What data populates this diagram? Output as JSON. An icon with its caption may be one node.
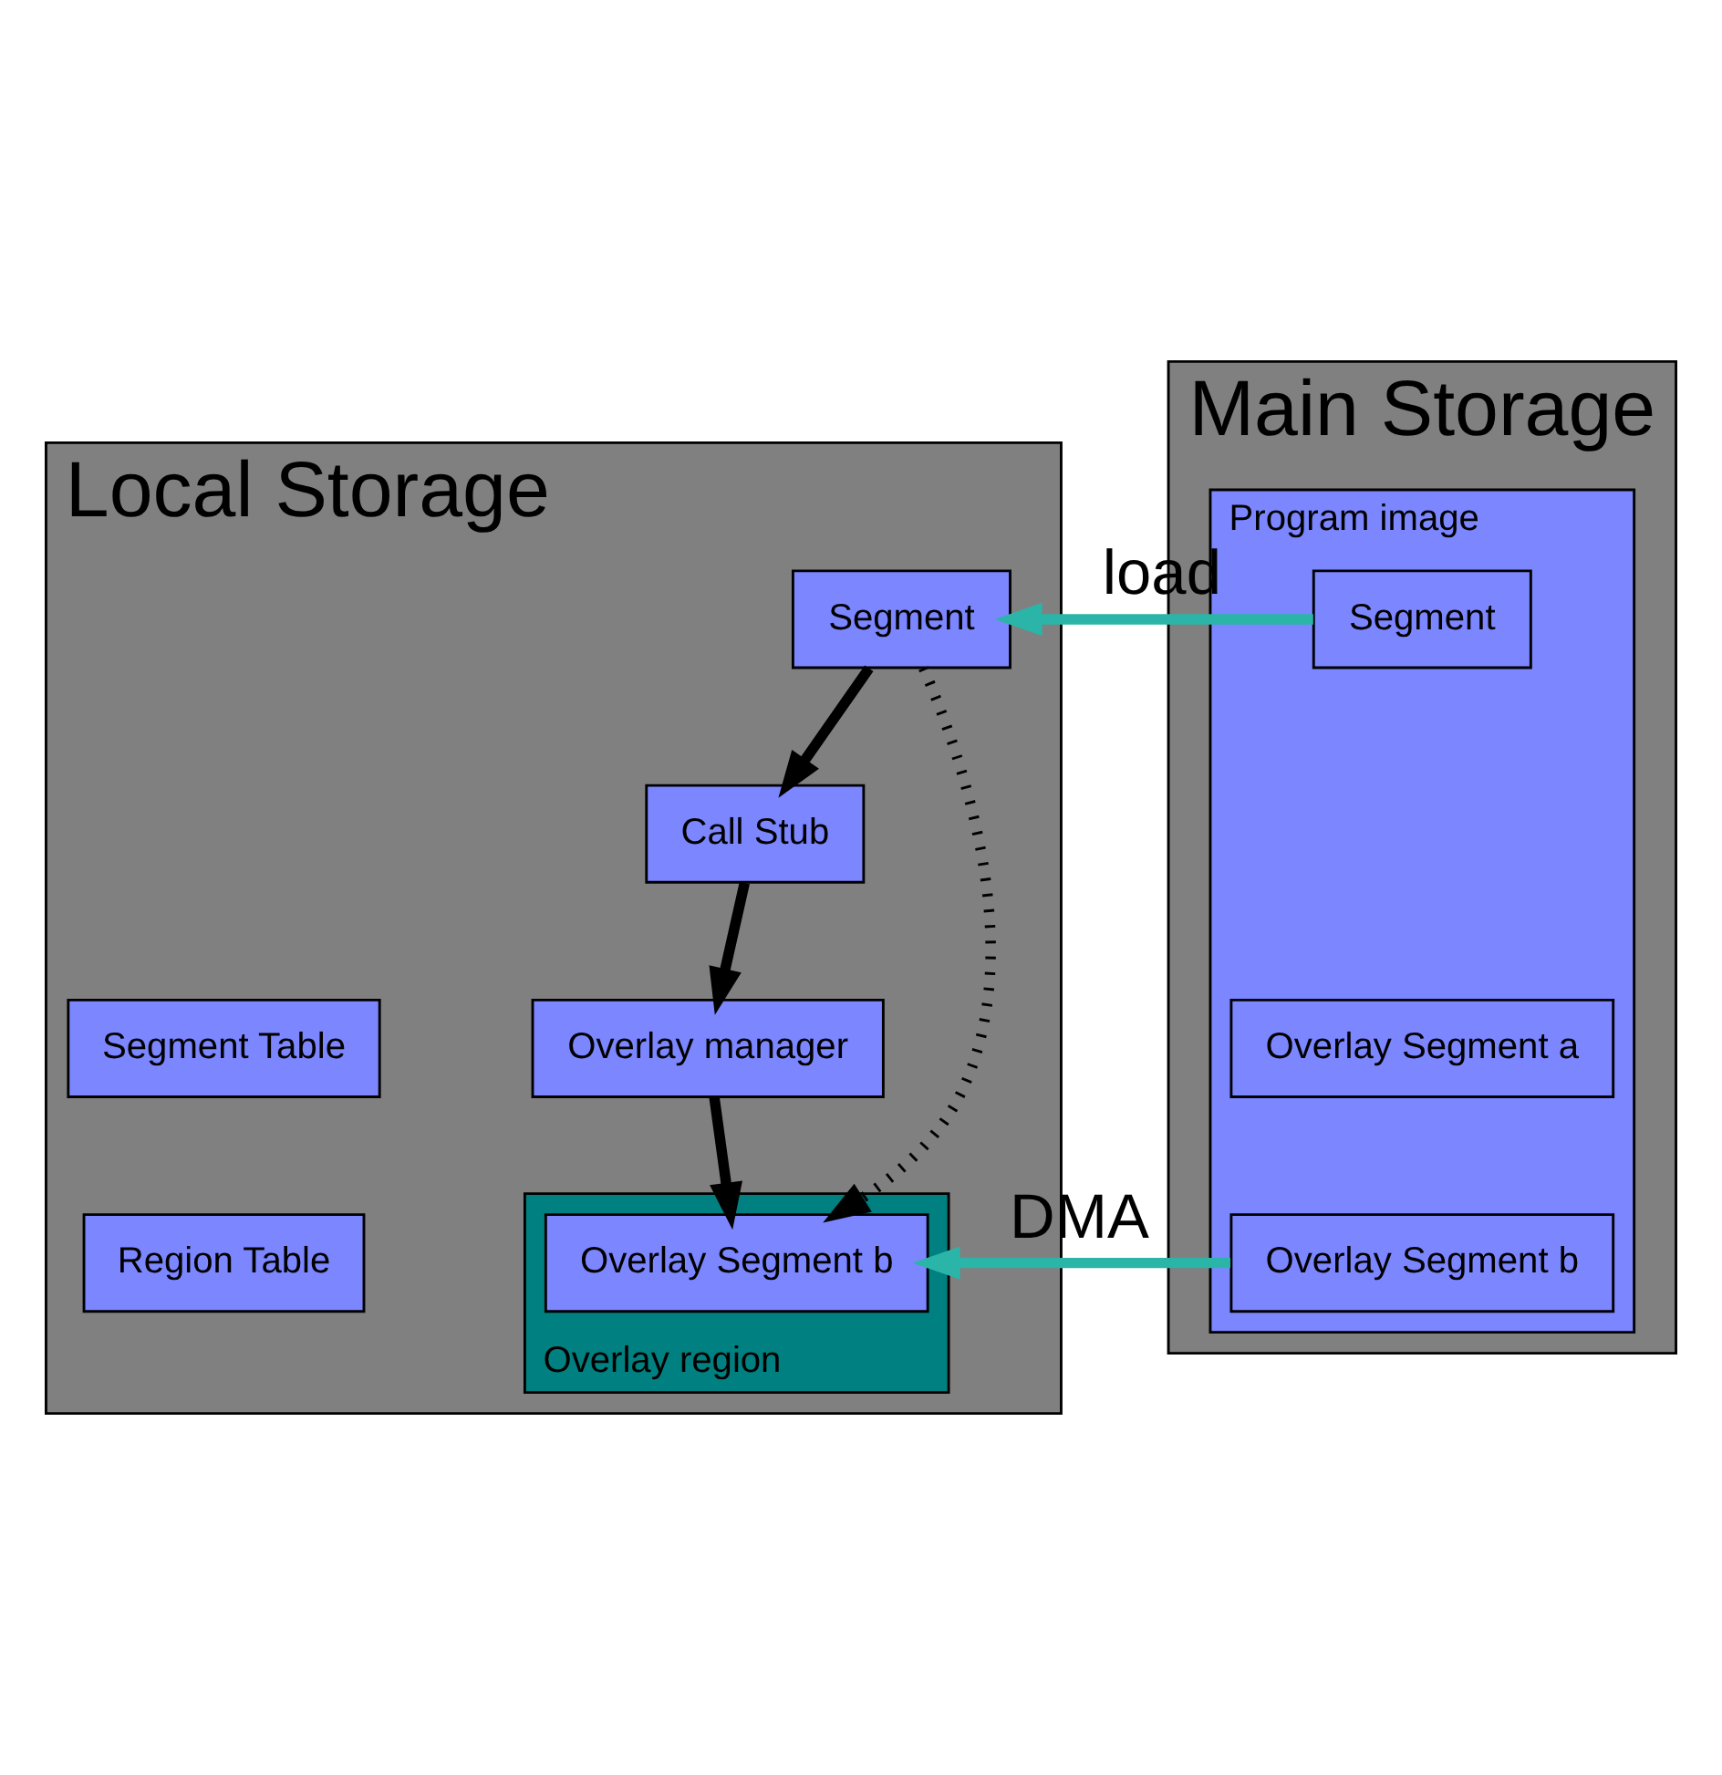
{
  "diagram": {
    "nodes": [
      {
        "text": [
          "Local Storage"
        ]
      },
      {
        "text": [
          "Segment"
        ],
        "in": 0
      },
      {
        "text": [
          "Call Stub"
        ],
        "in": 0
      },
      {
        "text": [
          "Overlay manager"
        ],
        "in": 0
      },
      {
        "text": [
          "Segment Table"
        ],
        "in": 0
      },
      {
        "text": [
          "Region Table"
        ],
        "in": 0
      },
      {
        "text": [
          "Overlay region"
        ],
        "in": 0
      },
      {
        "text": [
          "Overlay Segment b"
        ],
        "in": 6
      },
      {
        "text": [
          "Main Storage"
        ]
      },
      {
        "text": [
          "Program image"
        ],
        "in": 8
      },
      {
        "text": [
          "Segment"
        ],
        "in": 9
      },
      {
        "text": [
          "Overlay Segment a"
        ],
        "in": 9
      },
      {
        "text": [
          "Overlay Segment b"
        ],
        "in": 9
      }
    ],
    "edges": [
      {
        "from": 10,
        "to": 1,
        "arrow": "to",
        "label": "load",
        "color": "#2ab5a8"
      },
      {
        "from": 1,
        "to": 2,
        "arrow": "to"
      },
      {
        "from": 2,
        "to": 3,
        "arrow": "to"
      },
      {
        "from": 3,
        "to": 7,
        "arrow": "to"
      },
      {
        "from": 1,
        "to": 7,
        "arrow": "to",
        "style": "dashed"
      },
      {
        "from": 12,
        "to": 7,
        "arrow": "to",
        "label": "DMA",
        "color": "#2ab5a8"
      }
    ]
  }
}
